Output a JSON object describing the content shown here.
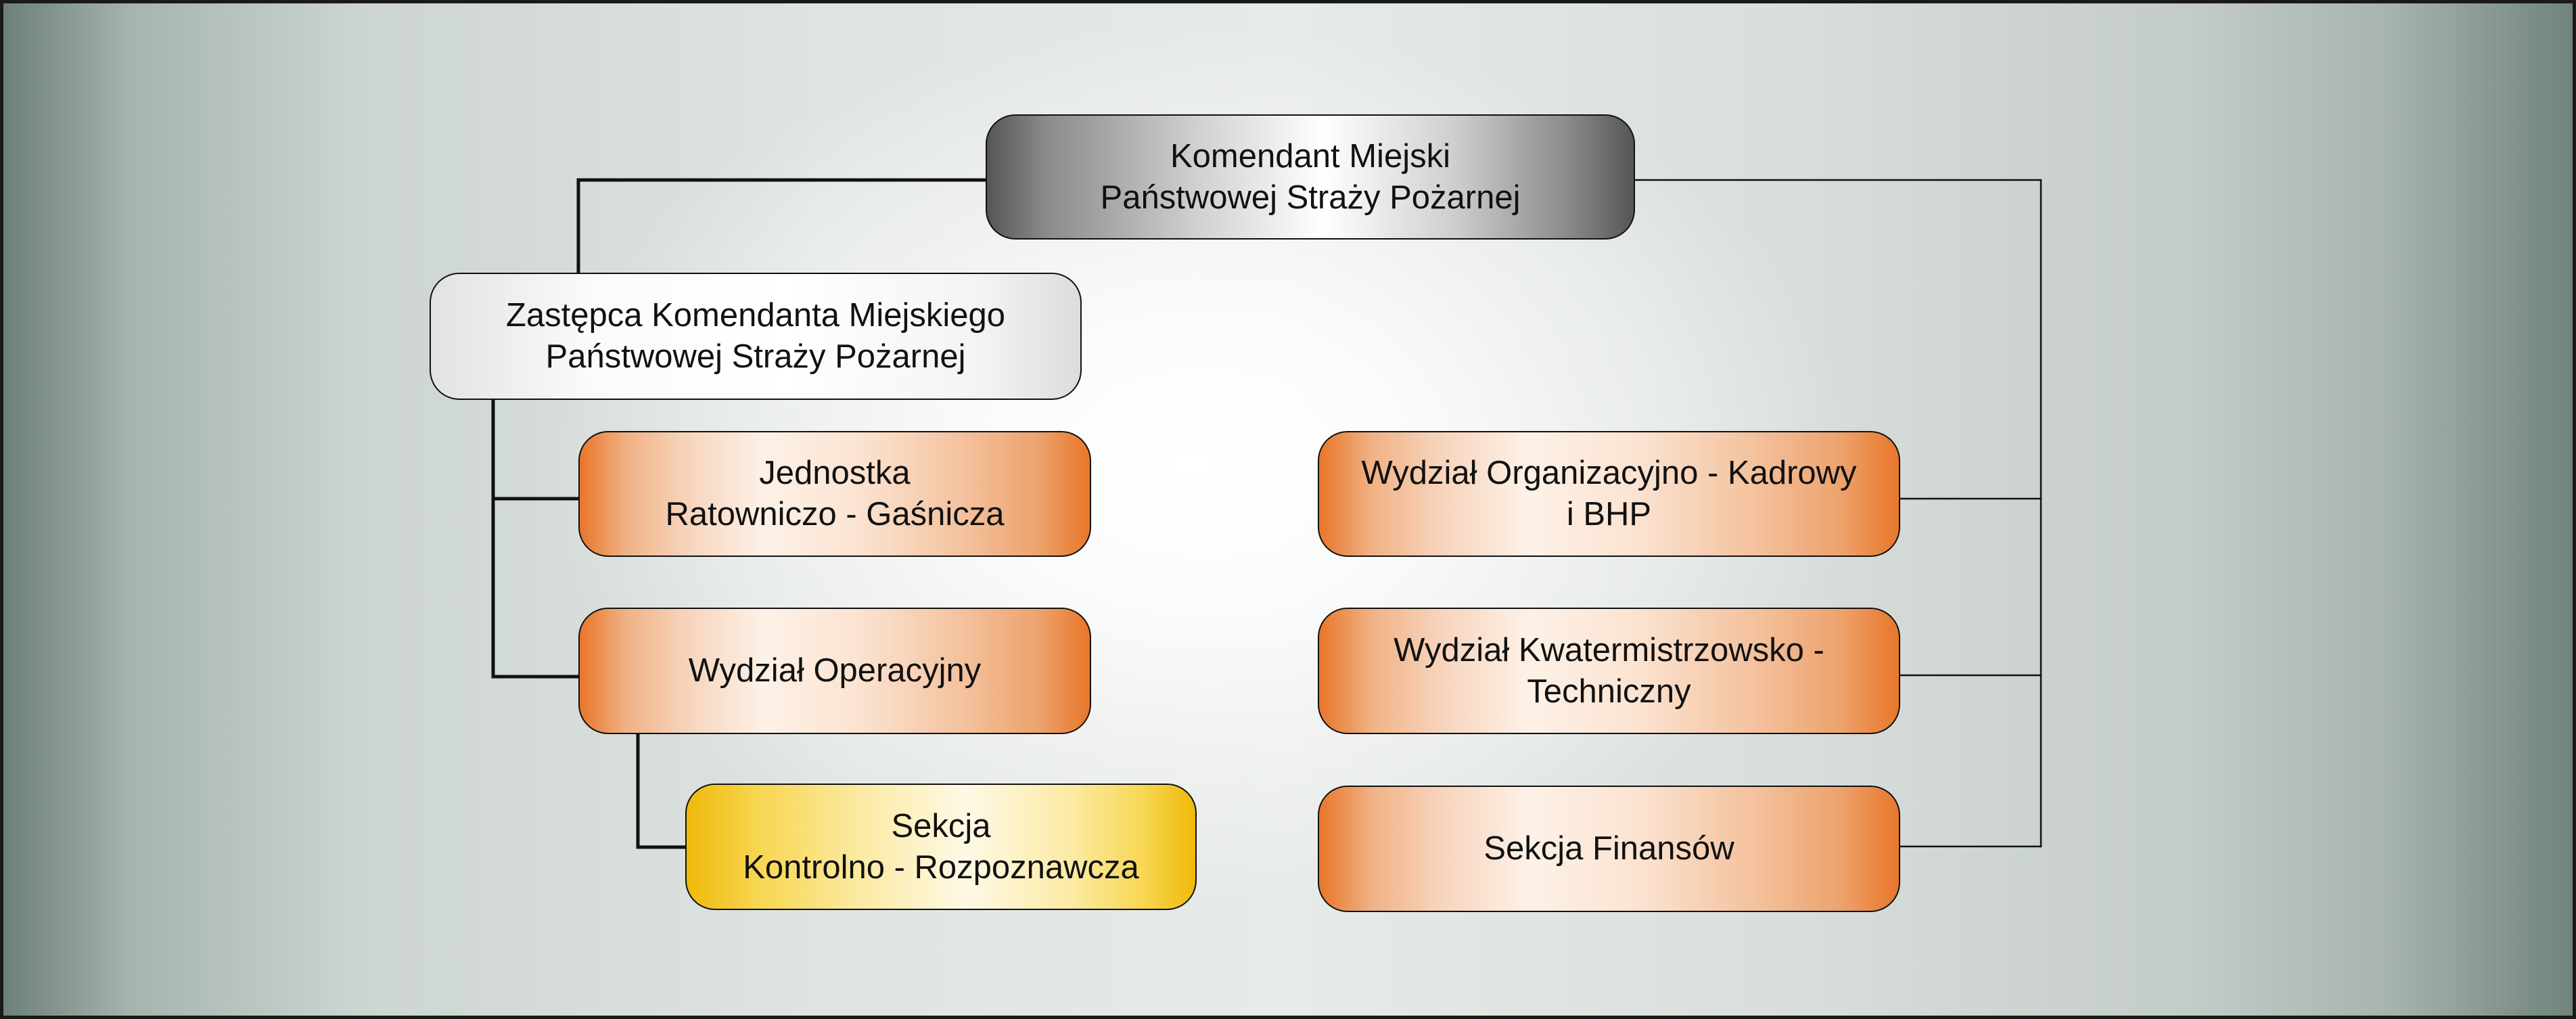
{
  "org_chart": {
    "commandant": "Komendant Miejski\nPaństwowej Straży Pożarnej",
    "deputy": "Zastępca Komendanta Miejskiego\nPaństwowej Straży Pożarnej",
    "units": {
      "rescue_unit": "Jednostka\nRatowniczo - Gaśnicza",
      "operations": "Wydział Operacyjny",
      "inspection": "Sekcja\nKontrolno - Rozpoznawcza",
      "organization_hr": "Wydział Organizacyjno - Kadrowy\ni BHP",
      "logistics": "Wydział Kwatermistrzowsko -\nTechniczny",
      "finance": "Sekcja Finansów"
    }
  },
  "colors": {
    "connector": "#111111",
    "orange_accent": "#e8762a",
    "yellow_accent": "#f0b90a"
  }
}
